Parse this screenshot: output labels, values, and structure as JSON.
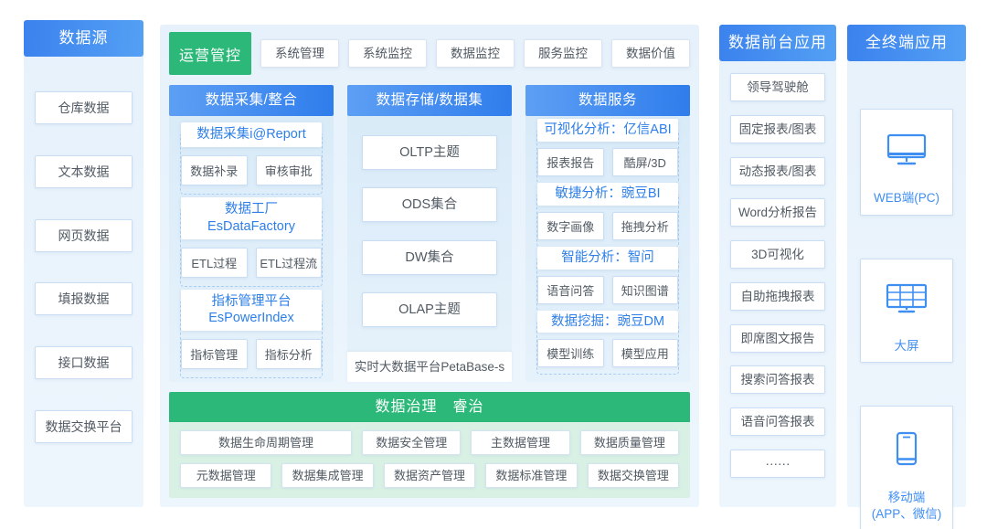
{
  "palette": {
    "header_blue_a": "#3b82ee",
    "header_blue_b": "#54a0f4",
    "col_header_blue_a": "#5d9ff4",
    "col_header_blue_b": "#2f7dec",
    "green": "#2cb878",
    "green_light": "#d9f1e5",
    "panel_blue": "#e8f3fc",
    "column_blue": "#dcecf9",
    "accent_blue": "#2e7fe8",
    "icon_blue": "#3f8ef2",
    "box_border": "#c9def3",
    "text_dark": "#515a63"
  },
  "sources": {
    "title": "数据源",
    "items": [
      "仓库数据",
      "文本数据",
      "网页数据",
      "填报数据",
      "接口数据",
      "数据交换平台"
    ]
  },
  "operations": {
    "label": "运营管控",
    "tabs": [
      "系统管理",
      "系统监控",
      "数据监控",
      "服务监控",
      "数据价值"
    ]
  },
  "collection": {
    "title": "数据采集/整合",
    "groups": [
      {
        "title": "数据采集i@Report",
        "items": [
          "数据补录",
          "审核审批"
        ]
      },
      {
        "title": "数据工厂\nEsDataFactory",
        "items": [
          "ETL过程",
          "ETL过程流"
        ]
      },
      {
        "title": "指标管理平台\nEsPowerIndex",
        "items": [
          "指标管理",
          "指标分析"
        ]
      }
    ]
  },
  "storage": {
    "title": "数据存储/数据集",
    "items": [
      "OLTP主题",
      "ODS集合",
      "DW集合",
      "OLAP主题"
    ],
    "footer": "实时大数据平台PetaBase-s"
  },
  "services": {
    "title": "数据服务",
    "groups": [
      {
        "title": "可视化分析：亿信ABI",
        "items": [
          "报表报告",
          "酷屏/3D"
        ]
      },
      {
        "title": "敏捷分析：豌豆BI",
        "items": [
          "数字画像",
          "拖拽分析"
        ]
      },
      {
        "title": "智能分析：智问",
        "items": [
          "语音问答",
          "知识图谱"
        ]
      },
      {
        "title": "数据挖掘：豌豆DM",
        "items": [
          "模型训练",
          "模型应用"
        ]
      }
    ]
  },
  "governance": {
    "title": "数据治理　睿治",
    "row1": [
      "数据生命周期管理",
      "数据安全管理",
      "主数据管理",
      "数据质量管理"
    ],
    "row2": [
      "元数据管理",
      "数据集成管理",
      "数据资产管理",
      "数据标准管理",
      "数据交换管理"
    ]
  },
  "front_apps": {
    "title": "数据前台应用",
    "items": [
      "领导驾驶舱",
      "固定报表/图表",
      "动态报表/图表",
      "Word分析报告",
      "3D可视化",
      "自助拖拽报表",
      "即席图文报告",
      "搜索问答报表",
      "语音问答报表",
      "······"
    ]
  },
  "terminals": {
    "title": "全终端应用",
    "items": [
      {
        "label": "WEB端(PC)",
        "icon": "desktop-monitor"
      },
      {
        "label": "大屏",
        "icon": "big-screen-grid"
      },
      {
        "label": "移动端\n(APP、微信)",
        "icon": "mobile-phone"
      }
    ]
  }
}
